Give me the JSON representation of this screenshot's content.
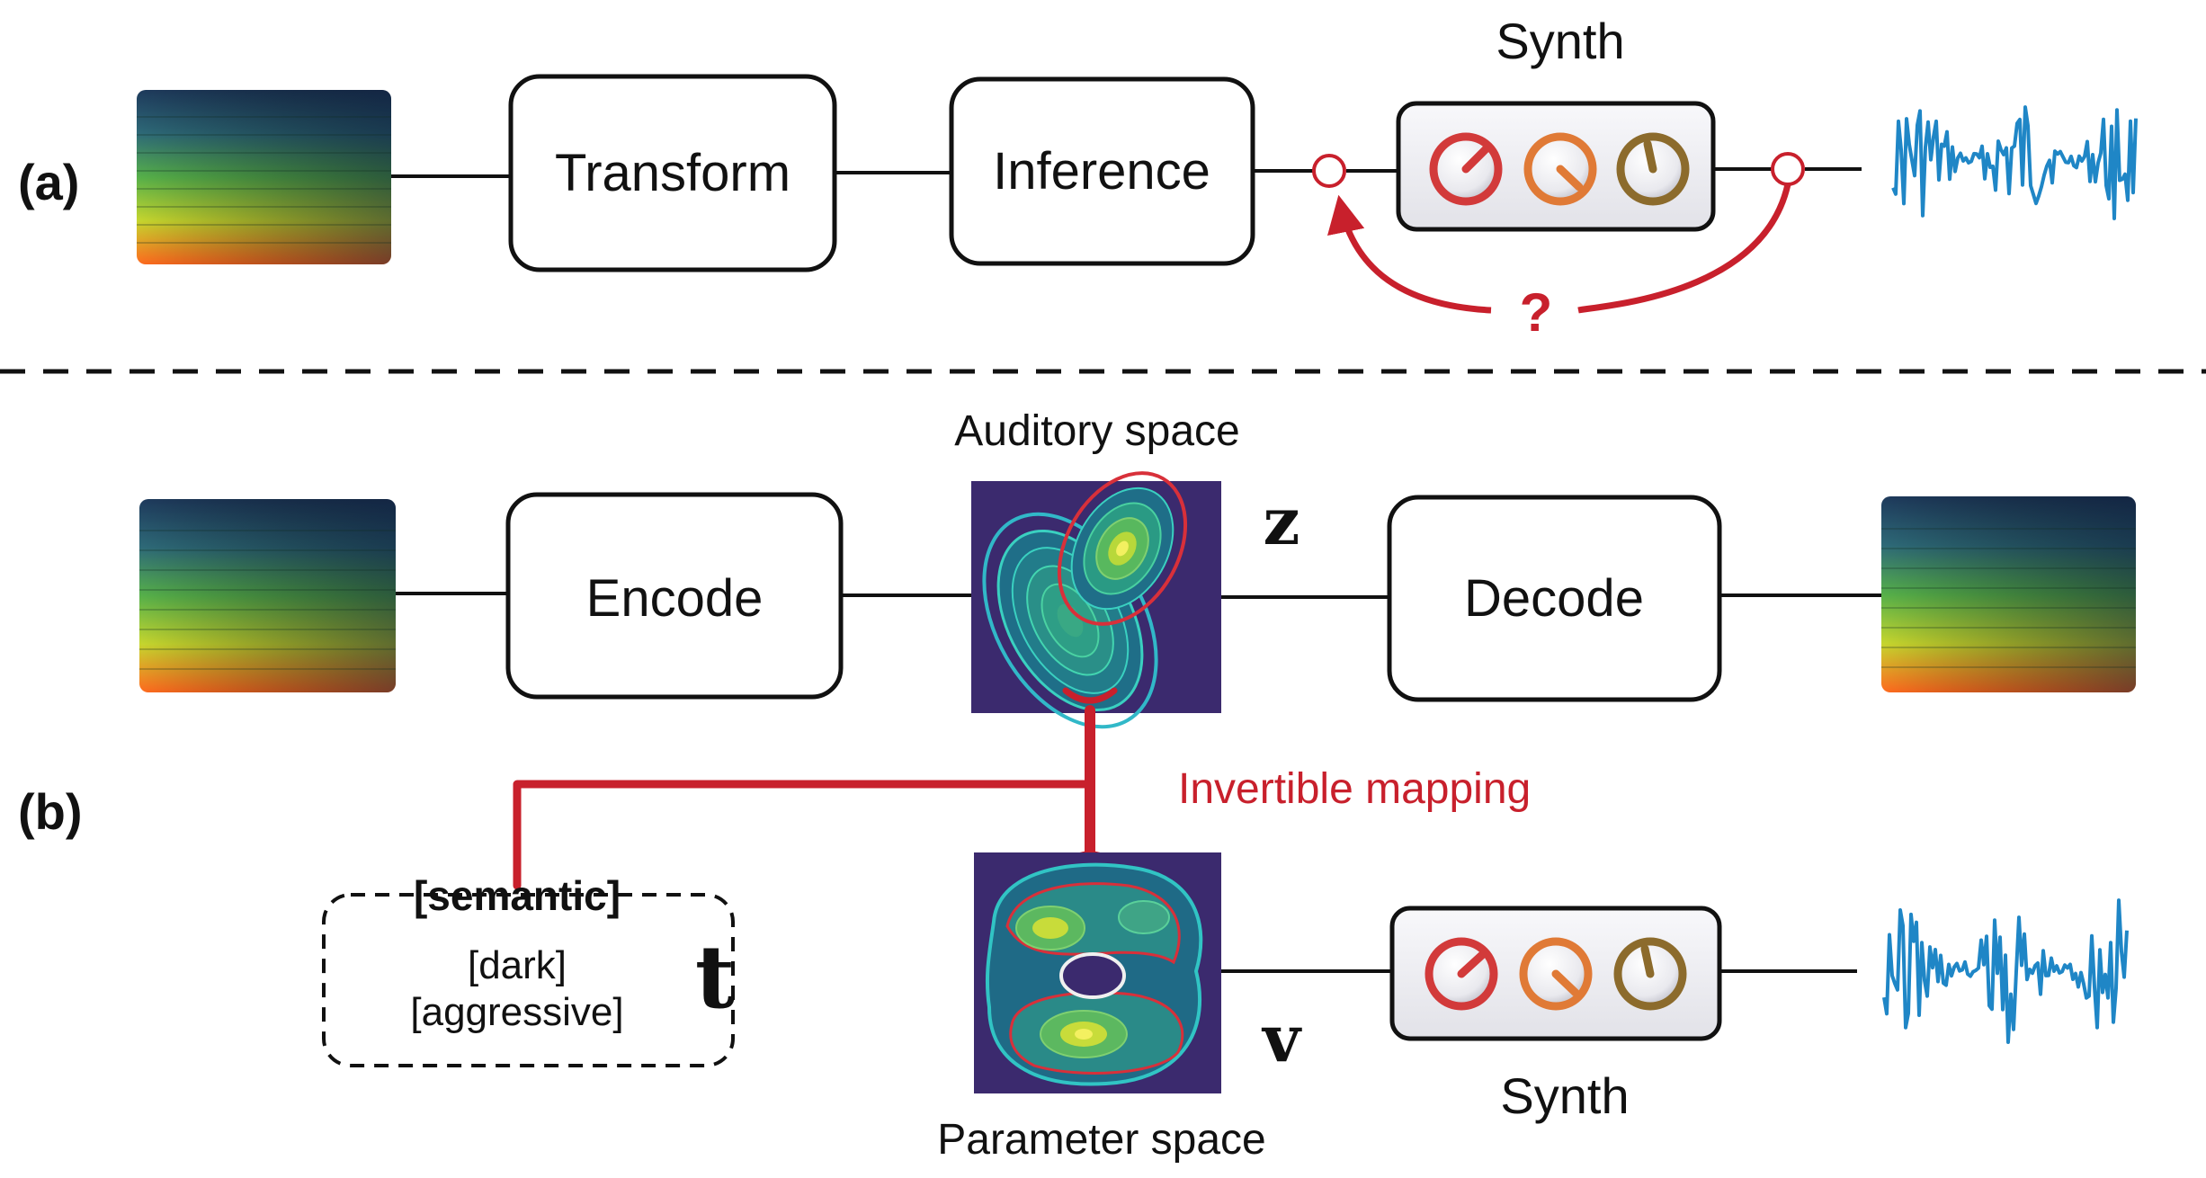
{
  "panel_a": {
    "label": "(a)",
    "transform_label": "Transform",
    "inference_label": "Inference",
    "synth_title": "Synth",
    "question_mark": "?"
  },
  "panel_b": {
    "label": "(b)",
    "encode_label": "Encode",
    "decode_label": "Decode",
    "auditory_space_label": "Auditory space",
    "parameter_space_label": "Parameter space",
    "z_symbol": "z",
    "v_symbol": "v",
    "t_symbol": "t",
    "invertible_mapping_label": "Invertible mapping",
    "semantic_title": "[semantic]",
    "semantic_tags": [
      "[dark]",
      "[aggressive]"
    ],
    "synth_title": "Synth"
  },
  "colors": {
    "accent_red": "#c8202c",
    "knob_red": "#d23a3a",
    "knob_orange": "#e07a36",
    "knob_olive": "#8c6b2c",
    "waveform_blue": "#1f86c6",
    "latent_bg": "#3b2a6e",
    "spectrogram_dark": "#1e3a5c",
    "spectrogram_hot": "#ff5a1e"
  },
  "icons": [
    "spectrogram-image",
    "synth-knob-icon",
    "waveform-icon",
    "latent-density-plot"
  ]
}
